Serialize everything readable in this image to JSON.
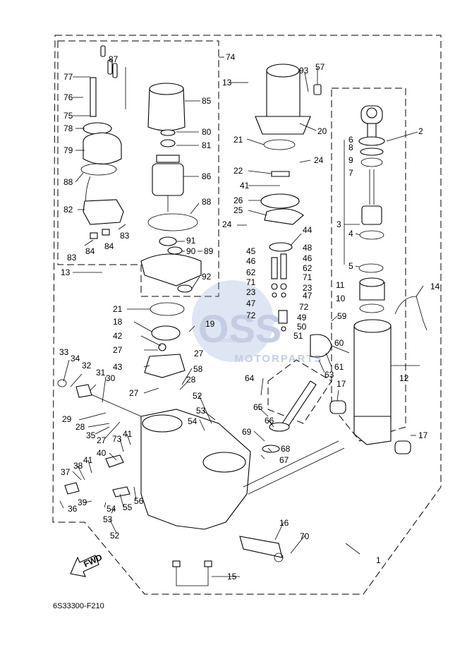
{
  "diagram_ref": "6S33300-F210",
  "fwd_label": "FWD",
  "watermark": {
    "brand": "OSS",
    "subtitle": "MOTORPARTS",
    "tagline": "motorparts"
  },
  "callouts": [
    "1",
    "2",
    "3",
    "4",
    "5",
    "6",
    "7",
    "8",
    "9",
    "10",
    "11",
    "12",
    "13",
    "13",
    "14",
    "15",
    "16",
    "17",
    "17",
    "18",
    "19",
    "20",
    "21",
    "21",
    "22",
    "23",
    "23",
    "24",
    "24",
    "25",
    "26",
    "27",
    "27",
    "27",
    "27",
    "28",
    "28",
    "29",
    "30",
    "31",
    "32",
    "33",
    "34",
    "35",
    "36",
    "37",
    "38",
    "39",
    "40",
    "41",
    "41",
    "41",
    "42",
    "43",
    "44",
    "45",
    "46",
    "46",
    "47",
    "47",
    "48",
    "49",
    "50",
    "51",
    "52",
    "52",
    "53",
    "53",
    "54",
    "54",
    "55",
    "56",
    "57",
    "58",
    "59",
    "60",
    "61",
    "62",
    "62",
    "63",
    "64",
    "65",
    "66",
    "67",
    "68",
    "69",
    "70",
    "71",
    "71",
    "72",
    "72",
    "73",
    "74",
    "75",
    "76",
    "77",
    "78",
    "79",
    "80",
    "81",
    "82",
    "83",
    "83",
    "84",
    "84",
    "85",
    "86",
    "87",
    "88",
    "88",
    "89",
    "90",
    "91",
    "92",
    "93"
  ]
}
